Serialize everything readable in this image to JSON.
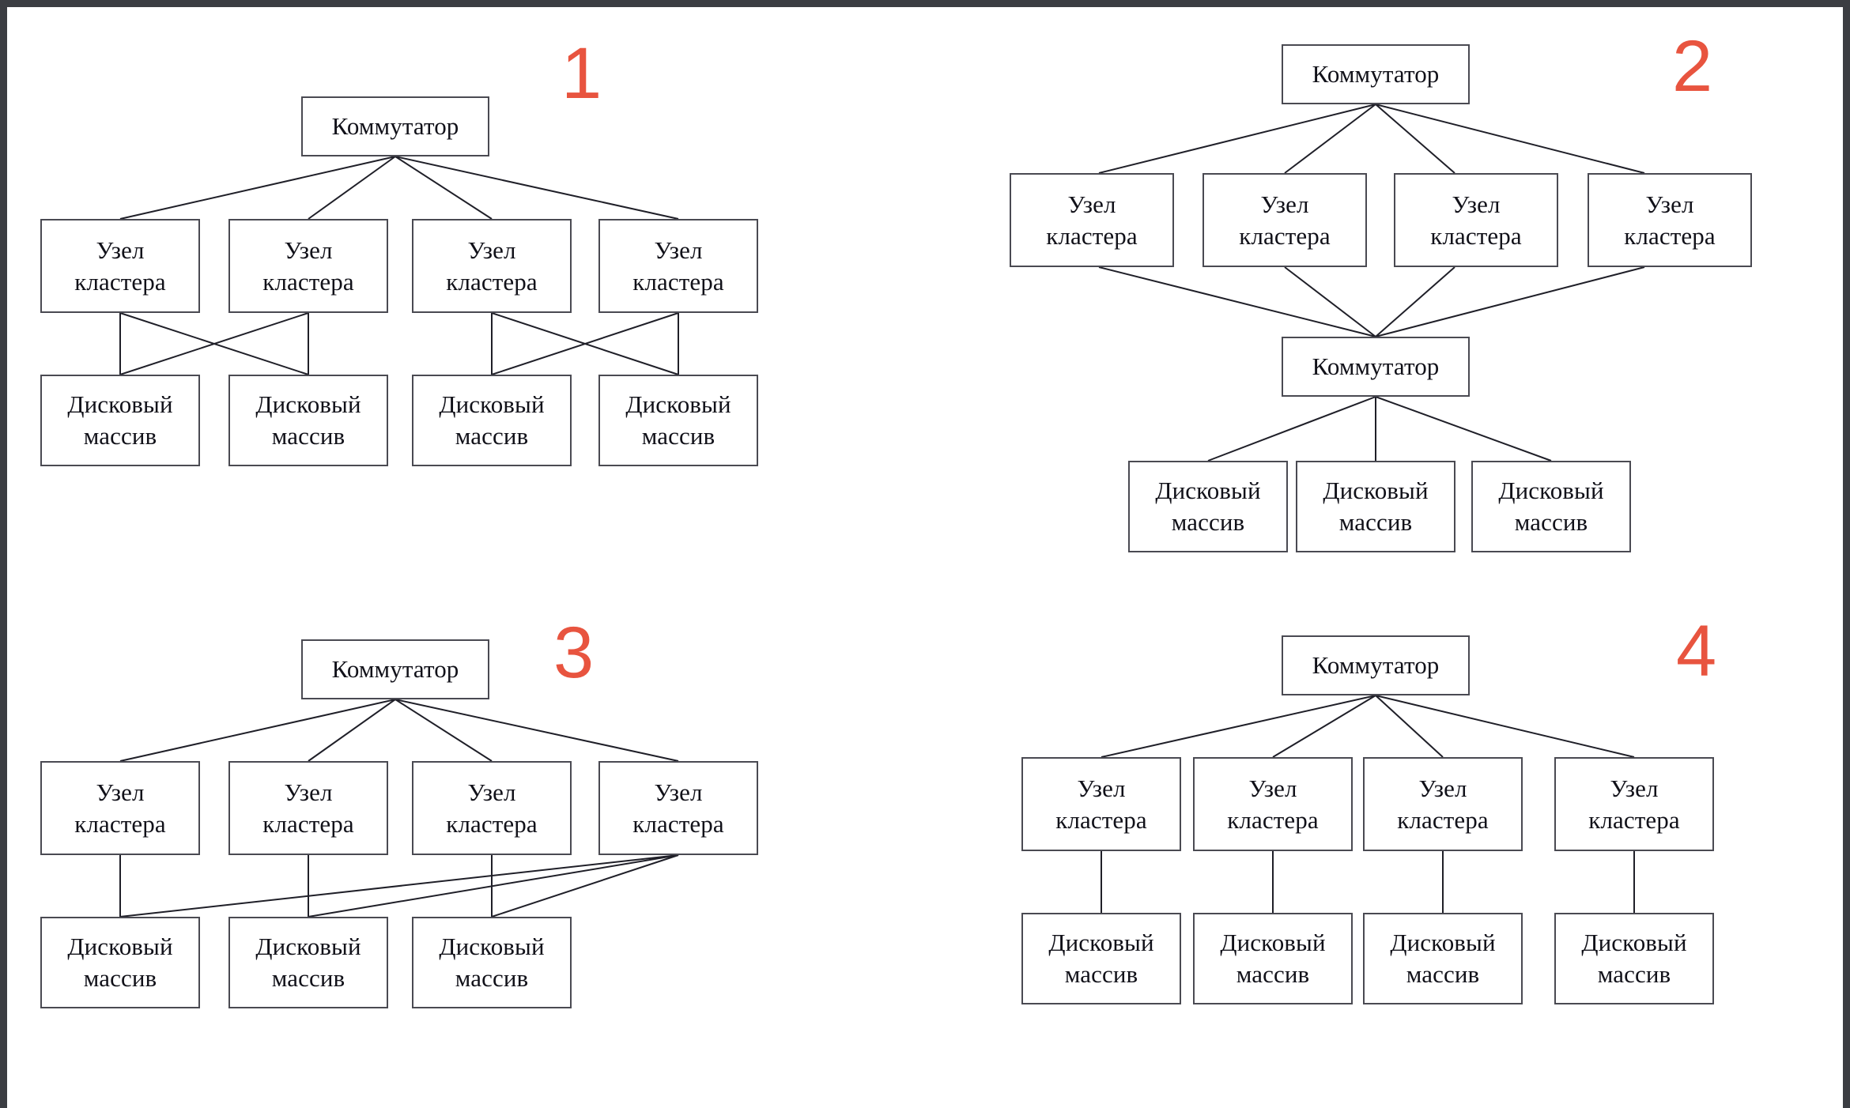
{
  "page": {
    "background": "#ffffff",
    "frame_color": "#3b3d42",
    "accent_color": "#e8543f",
    "box_border_color": "#4a4a52",
    "edge_color": "#1f1f28"
  },
  "labels": {
    "switch": "Коммутатор",
    "node_line1": "Узел",
    "node_line2": "кластера",
    "disk_line1": "Дисковый",
    "disk_line2": "массив"
  },
  "diagrams": [
    {
      "number": "1",
      "switches": 1,
      "nodes": 4,
      "disks": 4,
      "topology": "Each cluster node pair cross-connects to two disk arrays (X pattern)"
    },
    {
      "number": "2",
      "switches": 2,
      "nodes": 4,
      "disks": 3,
      "topology": "All nodes connect to upper and lower switch; lower switch fans out to three disk arrays"
    },
    {
      "number": "3",
      "switches": 1,
      "nodes": 4,
      "disks": 3,
      "topology": "Nodes 1-3 connect straight down to their disk array; node 4 fans out to all three disk arrays"
    },
    {
      "number": "4",
      "switches": 1,
      "nodes": 4,
      "disks": 4,
      "topology": "Each cluster node connects straight down to its own disk array"
    }
  ]
}
